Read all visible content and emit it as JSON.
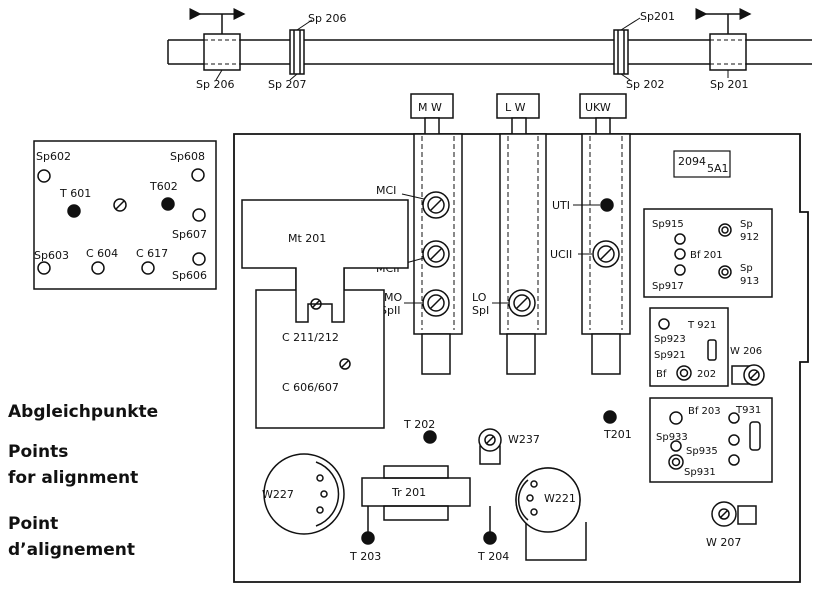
{
  "headings": {
    "de": "Abgleichpunkte",
    "en_line1": "Points",
    "en_line2": "for alignment",
    "fr_line1": "Point",
    "fr_line2": "d’alignement"
  },
  "top_rod_labels": {
    "sp206_top": "Sp 206",
    "sp206_bottom": "Sp 206",
    "sp207": "Sp 207",
    "sp201_top": "Sp201",
    "sp202": "Sp 202",
    "sp201_bottom": "Sp 201"
  },
  "left_panel": {
    "sp602": "Sp602",
    "sp608": "Sp608",
    "t601": "T 601",
    "t602": "T602",
    "sp607": "Sp607",
    "sp603": "Sp603",
    "c604": "C 604",
    "c617": "C 617",
    "sp606": "Sp606"
  },
  "band_switch": {
    "mw": "M W",
    "lw": "L W",
    "ukw": "UKW"
  },
  "board": {
    "code1": "2094",
    "code2": "5A1",
    "mt201": "Mt 201",
    "c211_212": "C 211/212",
    "c606_607": "C 606/607",
    "mc1": "MCI",
    "mc2": "MCII",
    "mo": "MO",
    "sp2": "SpII",
    "lo": "LO",
    "sp1": "SpI",
    "ut1": "UTI",
    "uc2": "UCII",
    "sp915": "Sp915",
    "sp912_a": "Sp",
    "sp912_b": "912",
    "bf201": "Bf 201",
    "sp917": "Sp917",
    "sp913_a": "Sp",
    "sp913_b": "913",
    "t921": "T 921",
    "sp923": "Sp923",
    "sp921": "Sp921",
    "bf202_a": "Bf",
    "bf202_b": "202",
    "w206": "W 206",
    "bf203": "Bf 203",
    "t931": "T931",
    "sp933": "Sp933",
    "sp935": "Sp935",
    "sp931": "Sp931",
    "t202": "T 202",
    "w237": "W237",
    "t201": "T201",
    "w227": "W227",
    "tr201": "Tr 201",
    "w221": "W221",
    "t203": "T 203",
    "t204": "T 204",
    "w207": "W 207"
  }
}
